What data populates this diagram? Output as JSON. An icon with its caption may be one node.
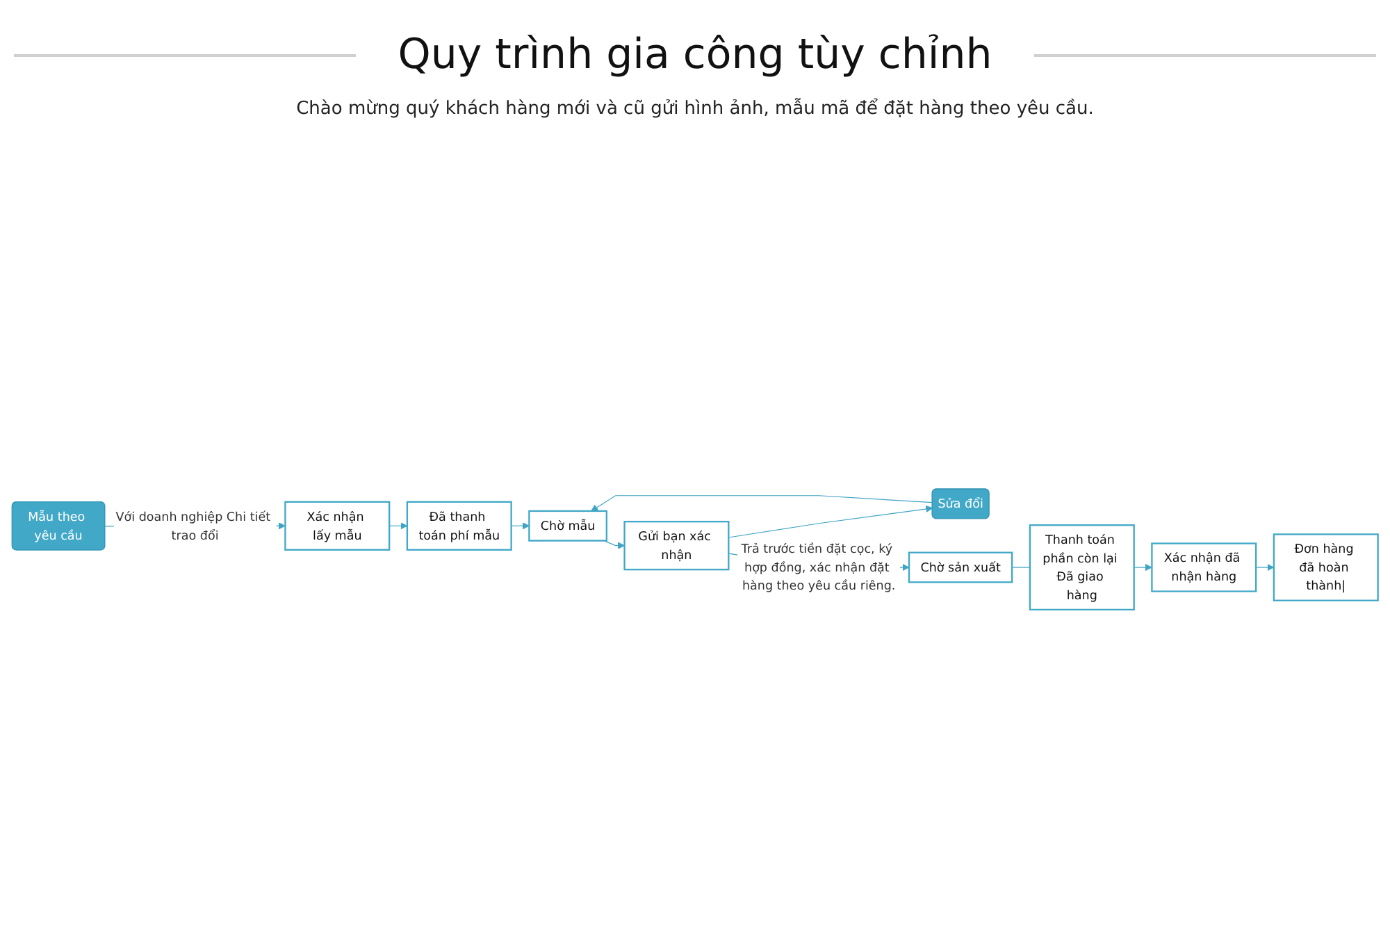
{
  "diagram": {
    "title": "Quy trình gia công tùy chỉnh",
    "nodes": [
      {
        "text": [
          "Mẫu theo yêu cầu"
        ]
      },
      {
        "text": [
          "Xác nhận lấy mẫu"
        ]
      },
      {
        "text": [
          "Đã thanh toán phí mẫu"
        ]
      },
      {
        "text": [
          "Chờ mẫu"
        ]
      },
      {
        "text": [
          "Gửi bạn xác nhận"
        ]
      },
      {
        "text": [
          "Sửa đổi"
        ]
      },
      {
        "text": [
          "Chờ sản xuất"
        ]
      },
      {
        "text": [
          "Thanh toán phần còn lại Đã giao hàng"
        ]
      },
      {
        "text": [
          "Xác nhận đã nhận hàng"
        ]
      },
      {
        "text": [
          "Đơn hàng đã hoàn thành|"
        ]
      }
    ],
    "edges": [
      {
        "from": 0,
        "to": 1,
        "arrow": "to",
        "label": "Với doanh nghiệp Chi tiết trao đổi"
      },
      {
        "from": 1,
        "to": 2,
        "arrow": "to"
      },
      {
        "from": 2,
        "to": 3,
        "arrow": "to"
      },
      {
        "from": 3,
        "to": 4,
        "arrow": "to"
      },
      {
        "from": 4,
        "to": 5,
        "arrow": "to"
      },
      {
        "from": 5,
        "to": 3,
        "arrow": "to"
      },
      {
        "from": 4,
        "to": 6,
        "arrow": "to",
        "label": "Trả trước tiền đặt cọc, ký hợp đồng, xác nhận đặt hàng theo yêu cầu riêng."
      },
      {
        "from": 6,
        "to": 7,
        "arrow": "none"
      },
      {
        "from": 7,
        "to": 8,
        "arrow": "to"
      },
      {
        "from": 8,
        "to": 9,
        "arrow": "to"
      }
    ],
    "labels": [
      "Chào mừng quý khách hàng mới và cũ gửi hình ảnh, mẫu mã để đặt hàng theo yêu cầu."
    ]
  }
}
